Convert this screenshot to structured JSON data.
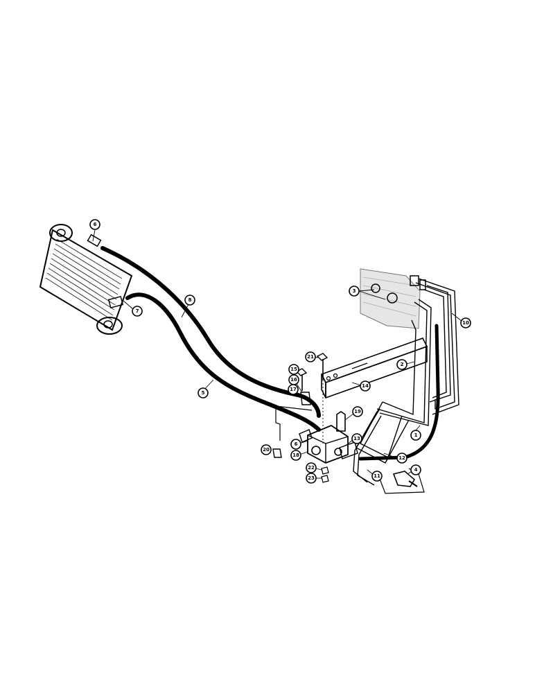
{
  "callouts": [
    {
      "id": "c6",
      "label": "6"
    },
    {
      "id": "c7",
      "label": "7"
    },
    {
      "id": "c8",
      "label": "8"
    },
    {
      "id": "c5",
      "label": "5"
    },
    {
      "id": "c3",
      "label": "3"
    },
    {
      "id": "c10",
      "label": "10"
    },
    {
      "id": "c2",
      "label": "2"
    },
    {
      "id": "c21",
      "label": "21"
    },
    {
      "id": "c15",
      "label": "15"
    },
    {
      "id": "c16",
      "label": "16"
    },
    {
      "id": "c17",
      "label": "17"
    },
    {
      "id": "c14",
      "label": "14"
    },
    {
      "id": "c19",
      "label": "19"
    },
    {
      "id": "c1",
      "label": "1"
    },
    {
      "id": "c20",
      "label": "20"
    },
    {
      "id": "c9",
      "label": "6"
    },
    {
      "id": "c18",
      "label": "18"
    },
    {
      "id": "c13",
      "label": "13"
    },
    {
      "id": "c12",
      "label": "12"
    },
    {
      "id": "c11",
      "label": "11"
    },
    {
      "id": "c4",
      "label": "4"
    },
    {
      "id": "c22",
      "label": "22"
    },
    {
      "id": "c23",
      "label": "23"
    }
  ]
}
